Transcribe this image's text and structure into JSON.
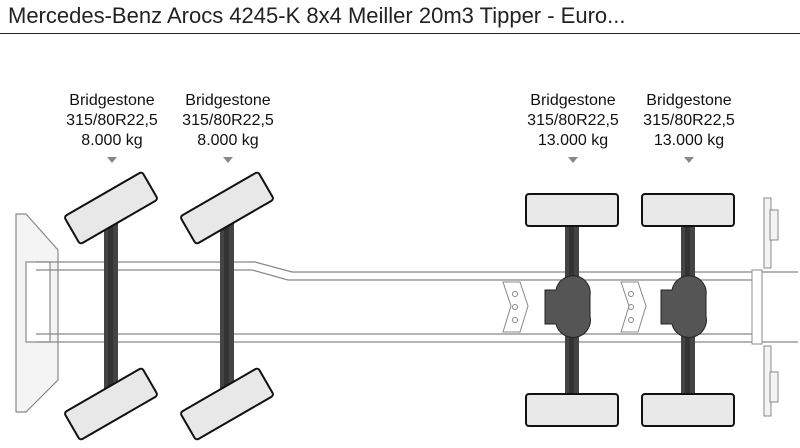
{
  "title": "Mercedes-Benz Arocs 4245-K 8x4 Meiller 20m3 Tipper - Euro...",
  "axles": [
    {
      "brand": "Bridgestone",
      "tire_size": "315/80R22,5",
      "load": "8.000 kg",
      "steered": true
    },
    {
      "brand": "Bridgestone",
      "tire_size": "315/80R22,5",
      "load": "8.000 kg",
      "steered": true
    },
    {
      "brand": "Bridgestone",
      "tire_size": "315/80R22,5",
      "load": "13.000 kg",
      "steered": false
    },
    {
      "brand": "Bridgestone",
      "tire_size": "315/80R22,5",
      "load": "13.000 kg",
      "steered": false
    }
  ],
  "colors": {
    "tire_fill": "#e8e8e8",
    "axle": "#444444",
    "frame_stroke": "#888888",
    "arrow": "#888888"
  }
}
